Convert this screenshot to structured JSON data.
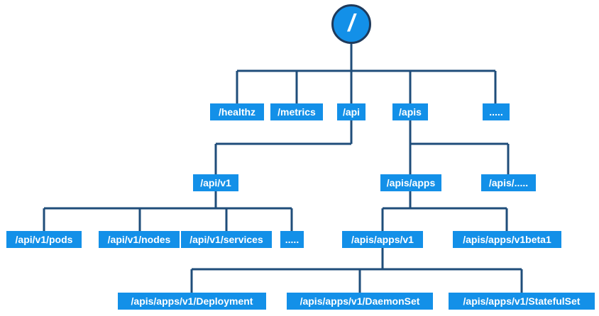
{
  "diagram": {
    "colors": {
      "line": "#1f4d7a",
      "node": "#1390e8",
      "text": "#ffffff"
    },
    "root": "/",
    "nodes": {
      "healthz": "/healthz",
      "metrics": "/metrics",
      "api": "/api",
      "apis": "/apis",
      "more_top": ".....",
      "api_v1": "/api/v1",
      "apis_apps": "/apis/apps",
      "apis_more": "/apis/.....",
      "pods": "/api/v1/pods",
      "nodes": "/api/v1/nodes",
      "services": "/api/v1/services",
      "more_v1": ".....",
      "apps_v1": "/apis/apps/v1",
      "apps_v1beta1": "/apis/apps/v1beta1",
      "deployment": "/apis/apps/v1/Deployment",
      "daemonset": "/apis/apps/v1/DaemonSet",
      "statefulset": "/apis/apps/v1/StatefulSet"
    }
  }
}
